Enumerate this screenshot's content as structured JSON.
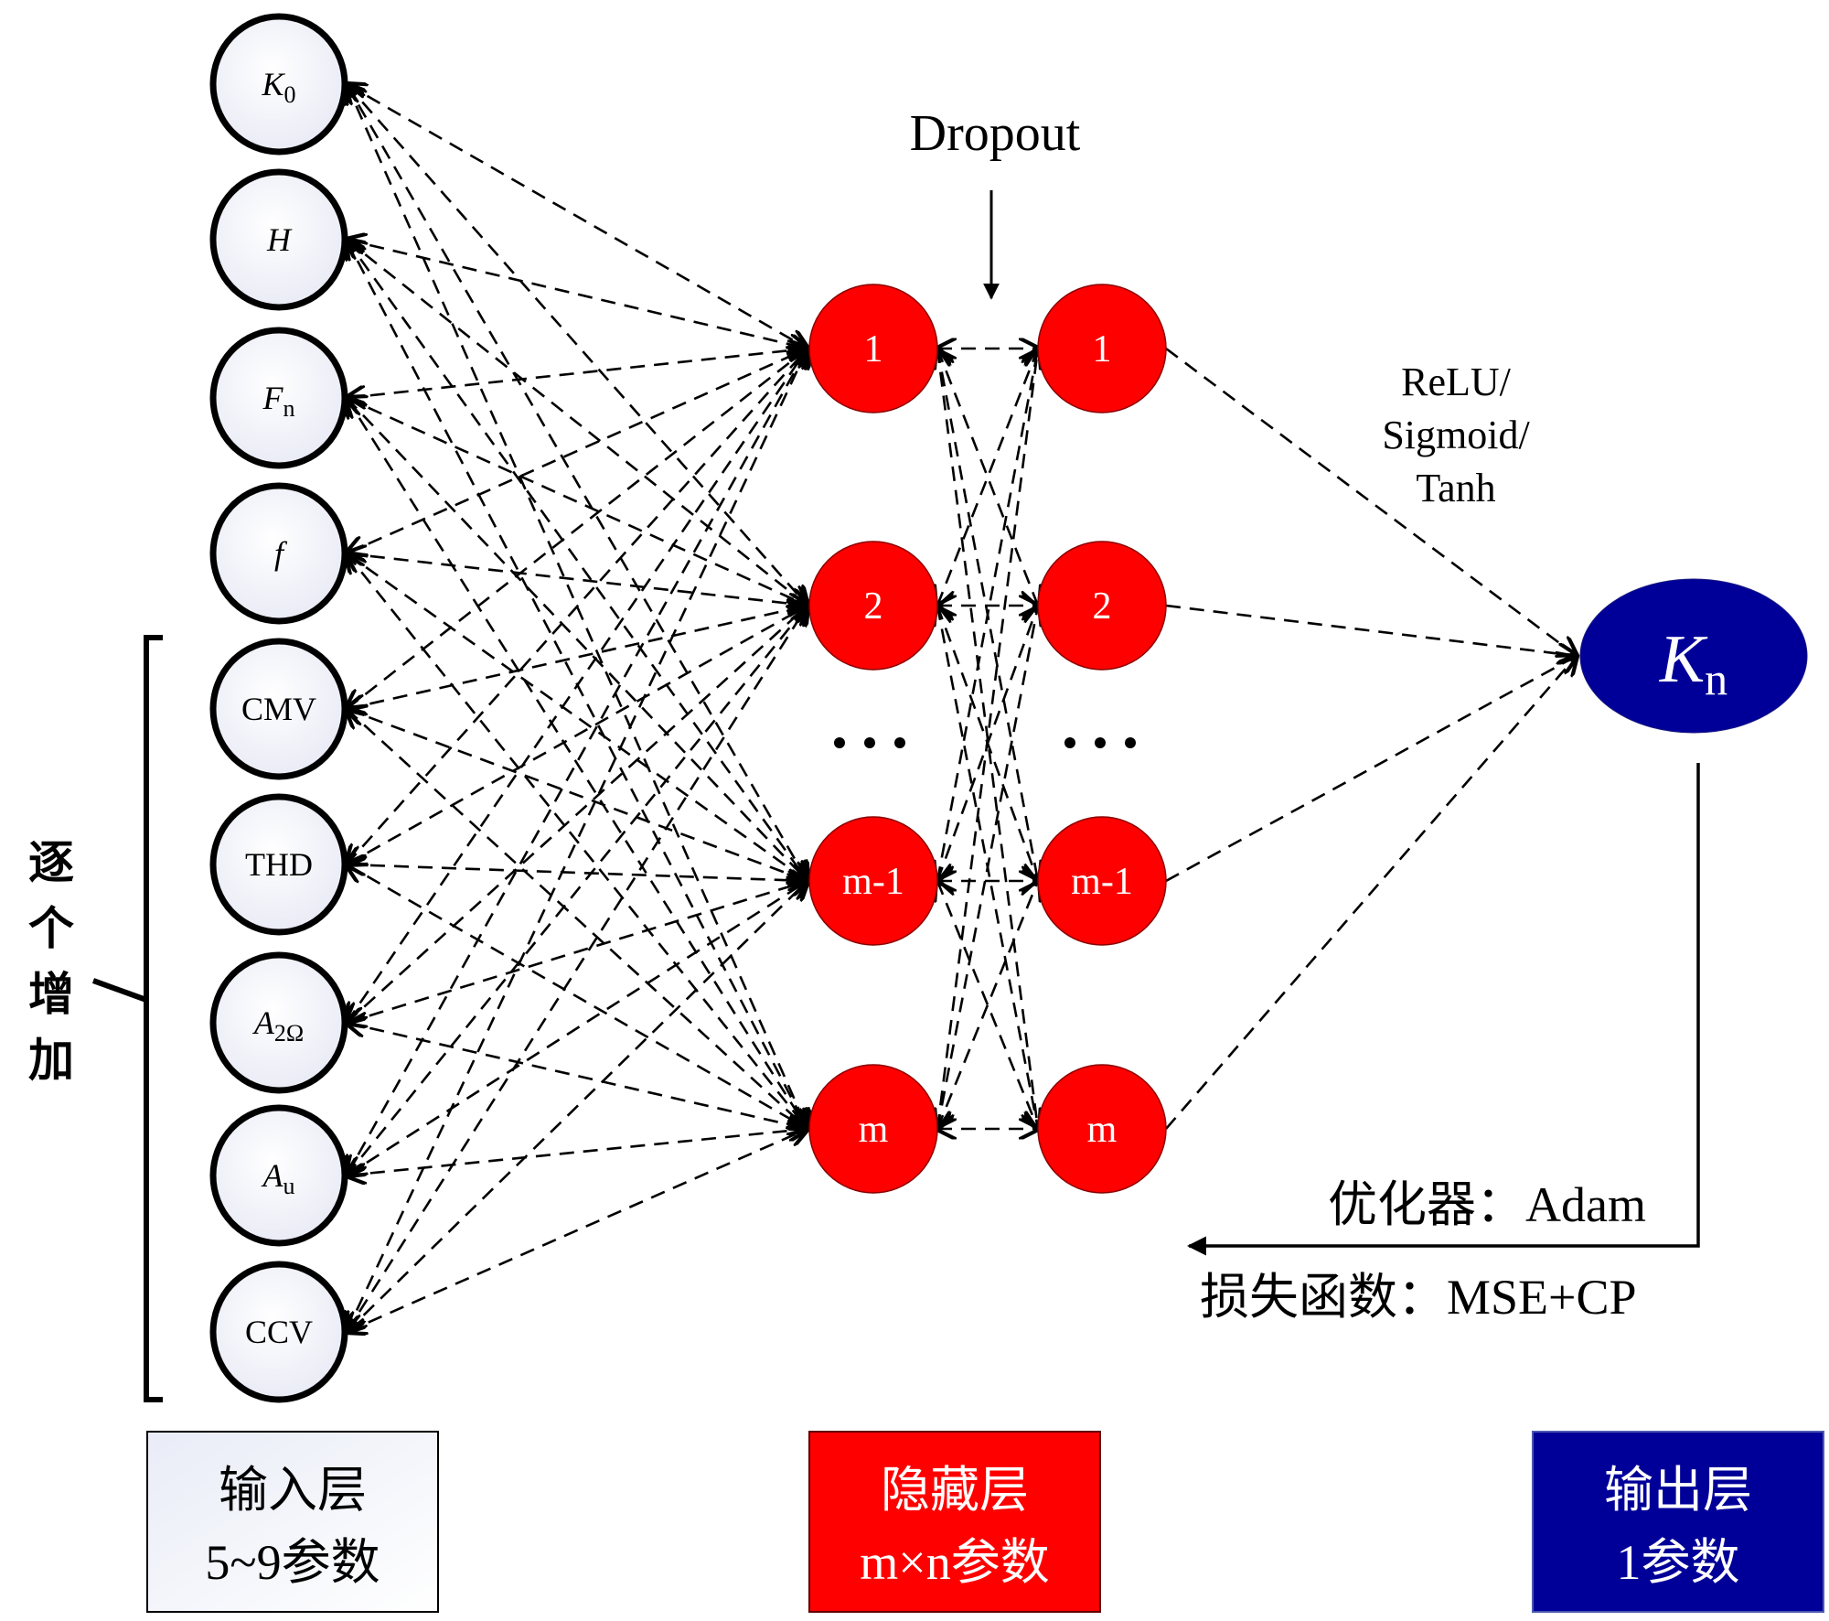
{
  "diagram": {
    "title": "Neural network structure with dropout",
    "input_layer": {
      "nodes": [
        {
          "main": "K",
          "sub": "0",
          "italic": true
        },
        {
          "main": "H",
          "sub": "",
          "italic": true
        },
        {
          "main": "F",
          "sub": "n",
          "italic": true
        },
        {
          "main": "f",
          "sub": "",
          "italic": true
        },
        {
          "main": "CMV",
          "sub": "",
          "italic": false
        },
        {
          "main": "THD",
          "sub": "",
          "italic": false
        },
        {
          "main": "A",
          "sub": "2Ω",
          "italic": true
        },
        {
          "main": "A",
          "sub": "u",
          "italic": true
        },
        {
          "main": "CCV",
          "sub": "",
          "italic": false
        }
      ],
      "bracket_label": "逐个增加",
      "bracket_label_chars": [
        "逐",
        "个",
        "增",
        "加"
      ]
    },
    "hidden_layer_1": {
      "nodes": [
        "1",
        "2",
        "m-1",
        "m"
      ],
      "ellipsis": "···"
    },
    "hidden_layer_2": {
      "nodes": [
        "1",
        "2",
        "m-1",
        "m"
      ],
      "ellipsis": "···"
    },
    "dropout_label": "Dropout",
    "activation_label_lines": [
      "ReLU/",
      "Sigmoid/",
      "Tanh"
    ],
    "output_node": {
      "main": "K",
      "sub": "n"
    },
    "optimizer_label": "优化器：Adam",
    "loss_label": "损失函数：MSE+CP",
    "legend": {
      "input": {
        "line1": "输入层",
        "line2": "5~9参数"
      },
      "hidden": {
        "line1": "隐藏层",
        "line2": "m×n参数"
      },
      "output": {
        "line1": "输出层",
        "line2": "1参数"
      }
    },
    "colors": {
      "hidden_node": "#ff0000",
      "output_node": "#000099",
      "input_node_fill": "#eef0f8",
      "edge": "#000000"
    }
  }
}
